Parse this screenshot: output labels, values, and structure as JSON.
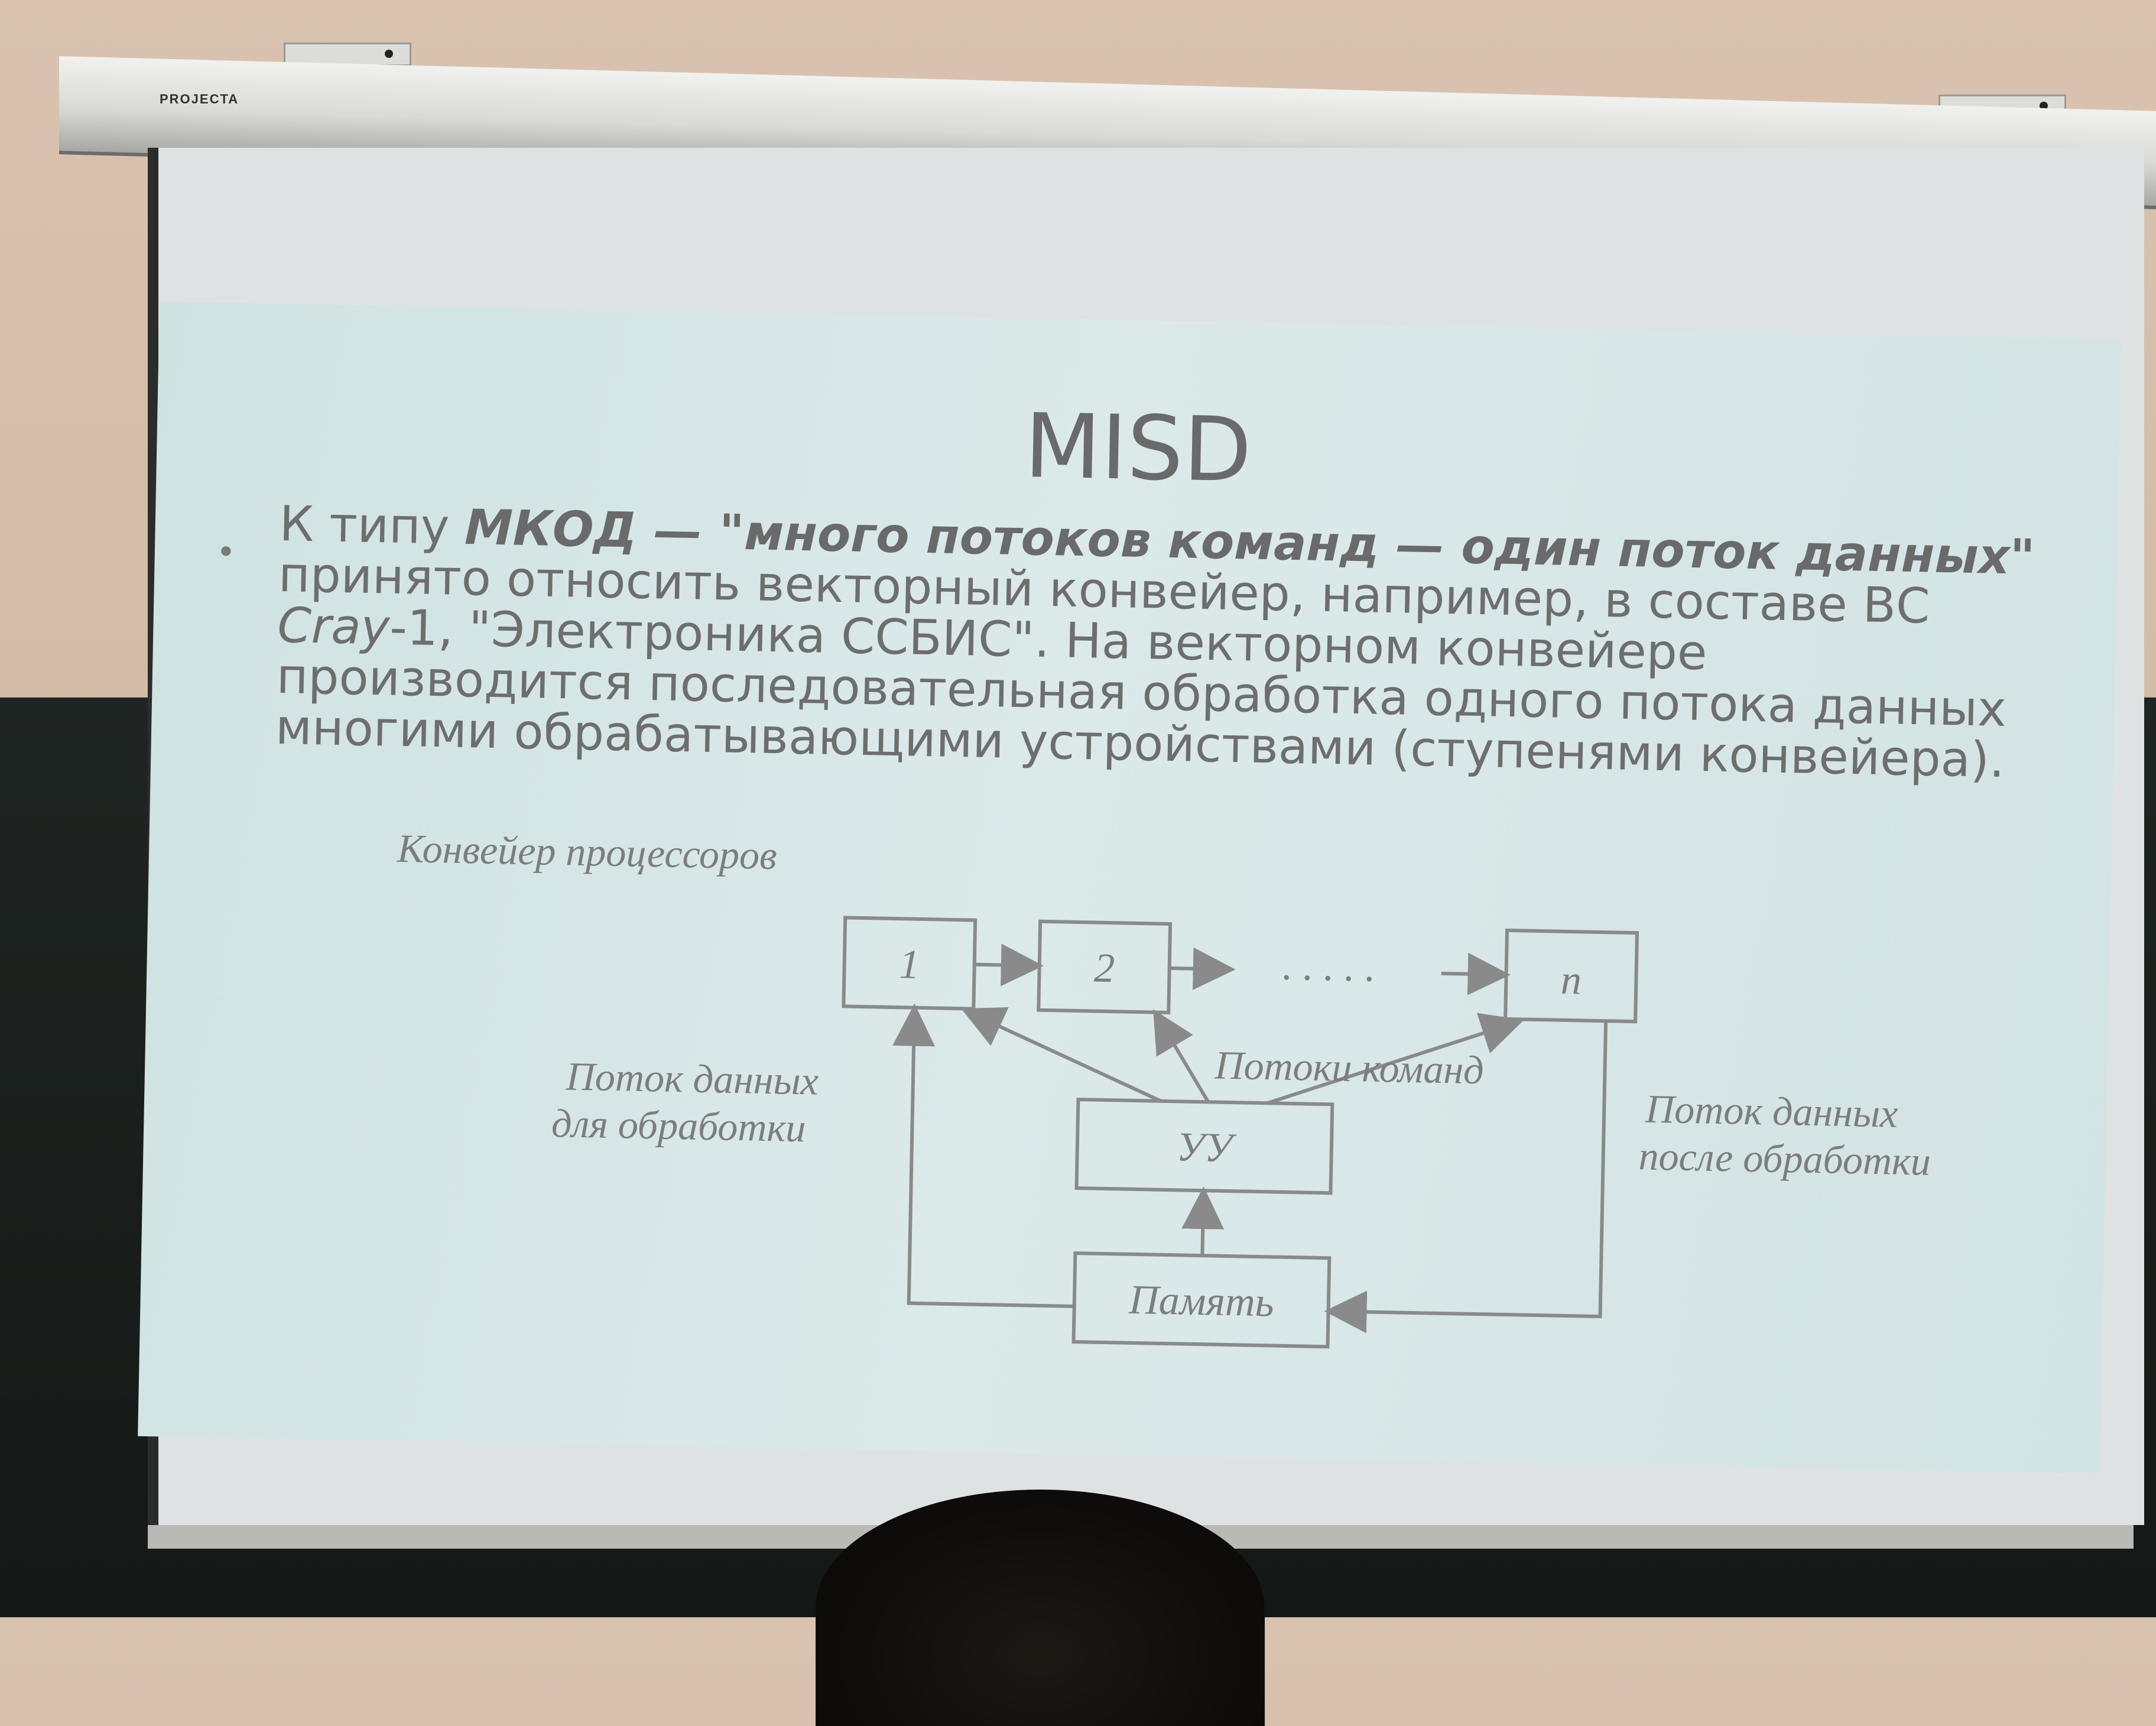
{
  "projector_brand": "PROJECTA",
  "slide": {
    "title": "MISD",
    "bullet": {
      "intro": "К типу ",
      "emph": "МКОД — \"много потоков команд — один поток данных\"",
      "rest1": " принято относить векторный конвейер, например, в составе ВС ",
      "cray": "Cray",
      "rest2": "-1, \"Электроника ССБИС\". На векторном конвейере производится последовательная обработка одного потока данных многими обрабатывающими устройствами (ступенями конвейера)."
    },
    "diagram": {
      "caption": "Конвейер процессоров",
      "box1": "1",
      "box2": "2",
      "ellipsis": ". . . . .",
      "boxn": "n",
      "control_unit": "УУ",
      "memory": "Память",
      "commands_label": "Потоки команд",
      "input_label_line1": "Поток данных",
      "input_label_line2": "для обработки",
      "output_label_line1": "Поток данных",
      "output_label_line2": "после обработки"
    }
  }
}
